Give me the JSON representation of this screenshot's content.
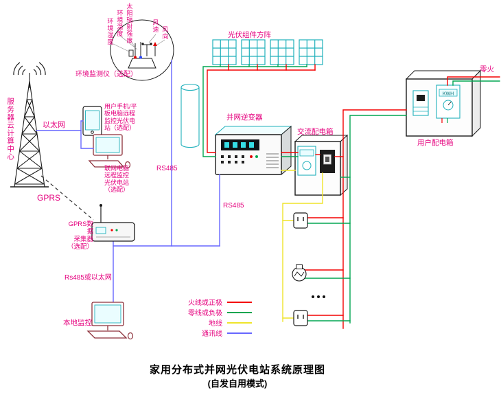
{
  "colors": {
    "label": "#e5007e",
    "live": "#f40000",
    "neutral": "#00a650",
    "ground": "#efe42a",
    "comm": "#6666ff",
    "device": "#1fb0bb",
    "computer": "#8c2f39"
  },
  "labels": {
    "server_center": "服务器云计算中心",
    "ethernet": "以太网",
    "phone_note": "用户手机/平\n板电脑远程\n监控光伏电\n站（选配）",
    "pc_note": "联网电脑\n远程监控\n光伏电站\n（选配）",
    "gprs": "GPRS",
    "gprs_device": "GPRS数据\n采集器\n（选配）",
    "rs485_eth": "Rs485或以太网",
    "local_monitor": "本地监控",
    "env_monitor": "环境监测仪（选配）",
    "sensor_radiation": "太阳辐射强度",
    "sensor_temp": "环境温度",
    "sensor_humidity": "环境湿度",
    "sensor_wind_speed": "风速",
    "sensor_wind_dir": "风向",
    "pv_array": "光伏组件方阵",
    "inverter": "并网逆变器",
    "rs485_a": "RS485",
    "rs485_b": "RS485",
    "ac_box": "交流配电箱",
    "user_box": "用户配电箱",
    "neutral_live": "零火",
    "meter_display": "KWH"
  },
  "legend": {
    "items": [
      {
        "label": "火线或正极",
        "color_key": "live"
      },
      {
        "label": "零线或负极",
        "color_key": "neutral"
      },
      {
        "label": "地线",
        "color_key": "ground"
      },
      {
        "label": "通讯线",
        "color_key": "comm"
      }
    ]
  },
  "title": {
    "line1": "家用分布式并网光伏电站系统原理图",
    "line2": "(自发自用模式)"
  }
}
